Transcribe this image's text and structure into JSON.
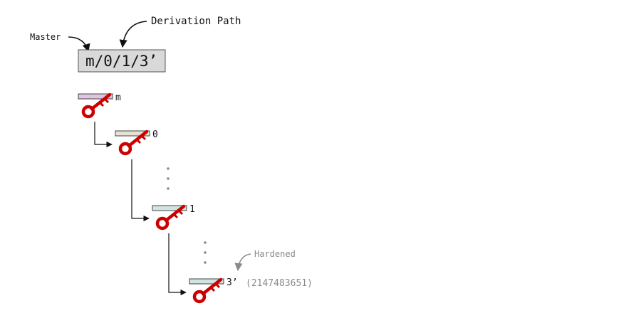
{
  "labels": {
    "master": "Master",
    "derivation_path_caption": "Derivation Path",
    "derivation_path": "m/0/1/3’",
    "hardened": "Hardened",
    "hardened_index": "(2147483651)"
  },
  "nodes": [
    {
      "label": "m",
      "bar_color": "#e0c4e0"
    },
    {
      "label": "0",
      "bar_color": "#e6e2d2"
    },
    {
      "label": "1",
      "bar_color": "#d2e4e2"
    },
    {
      "label": "3’",
      "bar_color": "#d2e4e2"
    }
  ],
  "colors": {
    "key": "#cc0000",
    "path_box_fill": "#d9d9d9",
    "annotation_grey": "#8a8a8a"
  }
}
